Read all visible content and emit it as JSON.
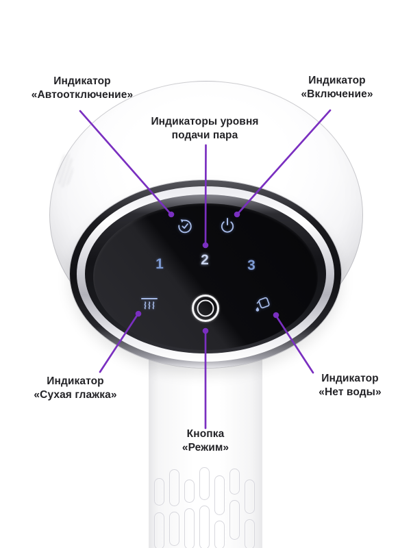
{
  "diagram_title": "Steamer control panel callout diagram",
  "annotations": {
    "auto_off": {
      "line1": "Индикатор",
      "line2": "«Автоотключение»"
    },
    "steam_levels": {
      "line1": "Индикаторы уровня",
      "line2": "подачи пара"
    },
    "power": {
      "line1": "Индикатор",
      "line2": "«Включение»"
    },
    "dry_iron": {
      "line1": "Индикатор",
      "line2": "«Сухая глажка»"
    },
    "mode": {
      "line1": "Кнопка",
      "line2": "«Режим»"
    },
    "no_water": {
      "line1": "Индикатор",
      "line2": "«Нет воды»"
    }
  },
  "panel": {
    "steam_level_labels": {
      "level1": "1",
      "level2": "2",
      "level3": "3"
    },
    "active_steam_level": "2",
    "icons": {
      "auto_off": "timer-autooff-icon",
      "power": "power-icon",
      "dry_iron": "dry-ironing-icon",
      "no_water": "no-water-icon",
      "mode": "mode-button-ring"
    }
  },
  "colors": {
    "annotation_purple": "#7a2fc0",
    "icon_blue": "#a6bae6",
    "label_text": "#232327",
    "panel_black": "#0a0a0d",
    "background": "#ffffff"
  }
}
